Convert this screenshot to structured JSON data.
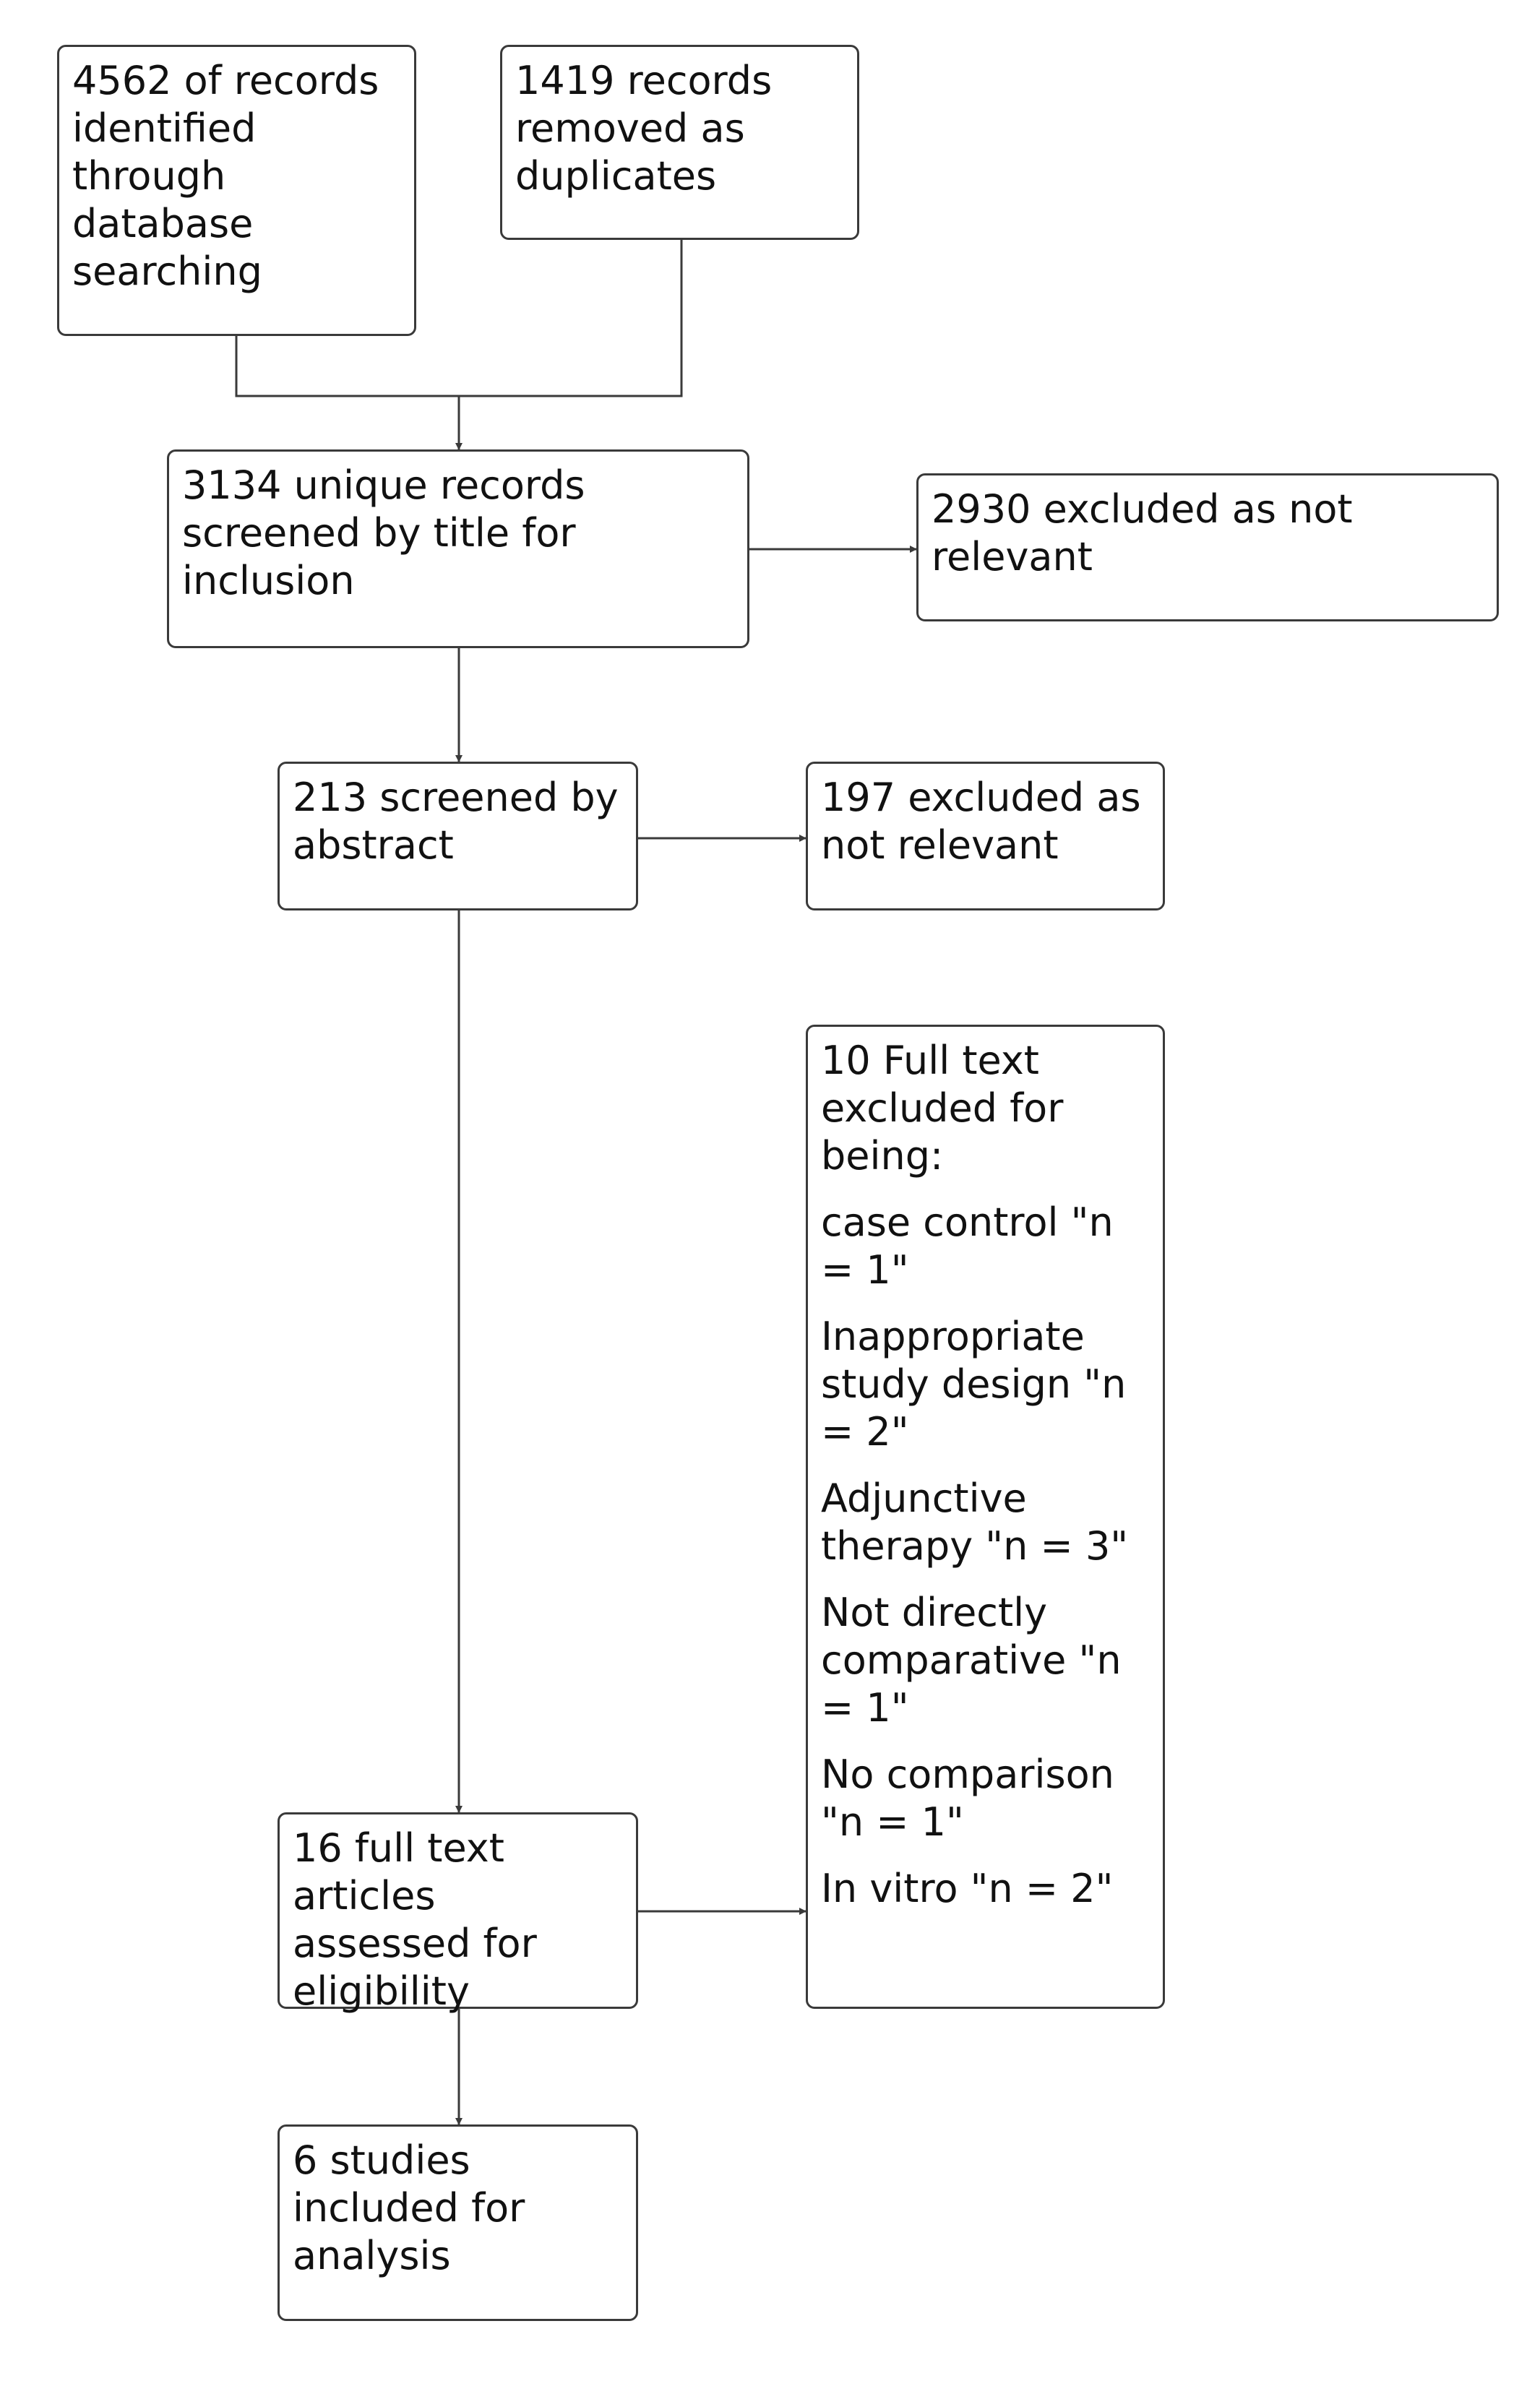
{
  "nodes": {
    "identified": "4562 of records identified through database searching",
    "duplicates": "1419 records removed as duplicates",
    "unique": "3134 unique records screened by title for inclusion",
    "excluded_title": "2930 excluded as not relevant",
    "abstract": "213 screened by abstract",
    "excluded_abstract": "197 excluded as not relevant",
    "fulltext": "16 full text articles assessed for eligibility",
    "excluded_fulltext": {
      "heading": "10 Full text excluded for being:",
      "reasons": [
        "case control \"n = 1\"",
        "Inappropriate study design \"n = 2\"",
        "Adjunctive therapy \"n = 3\"",
        "Not directly comparative \"n = 1\"",
        "No comparison \"n = 1\"",
        "In vitro \"n = 2\""
      ]
    },
    "included": "6 studies included for analysis"
  },
  "colors": {
    "stroke": "#3a3a3a",
    "text": "#111111",
    "background": "#ffffff"
  }
}
